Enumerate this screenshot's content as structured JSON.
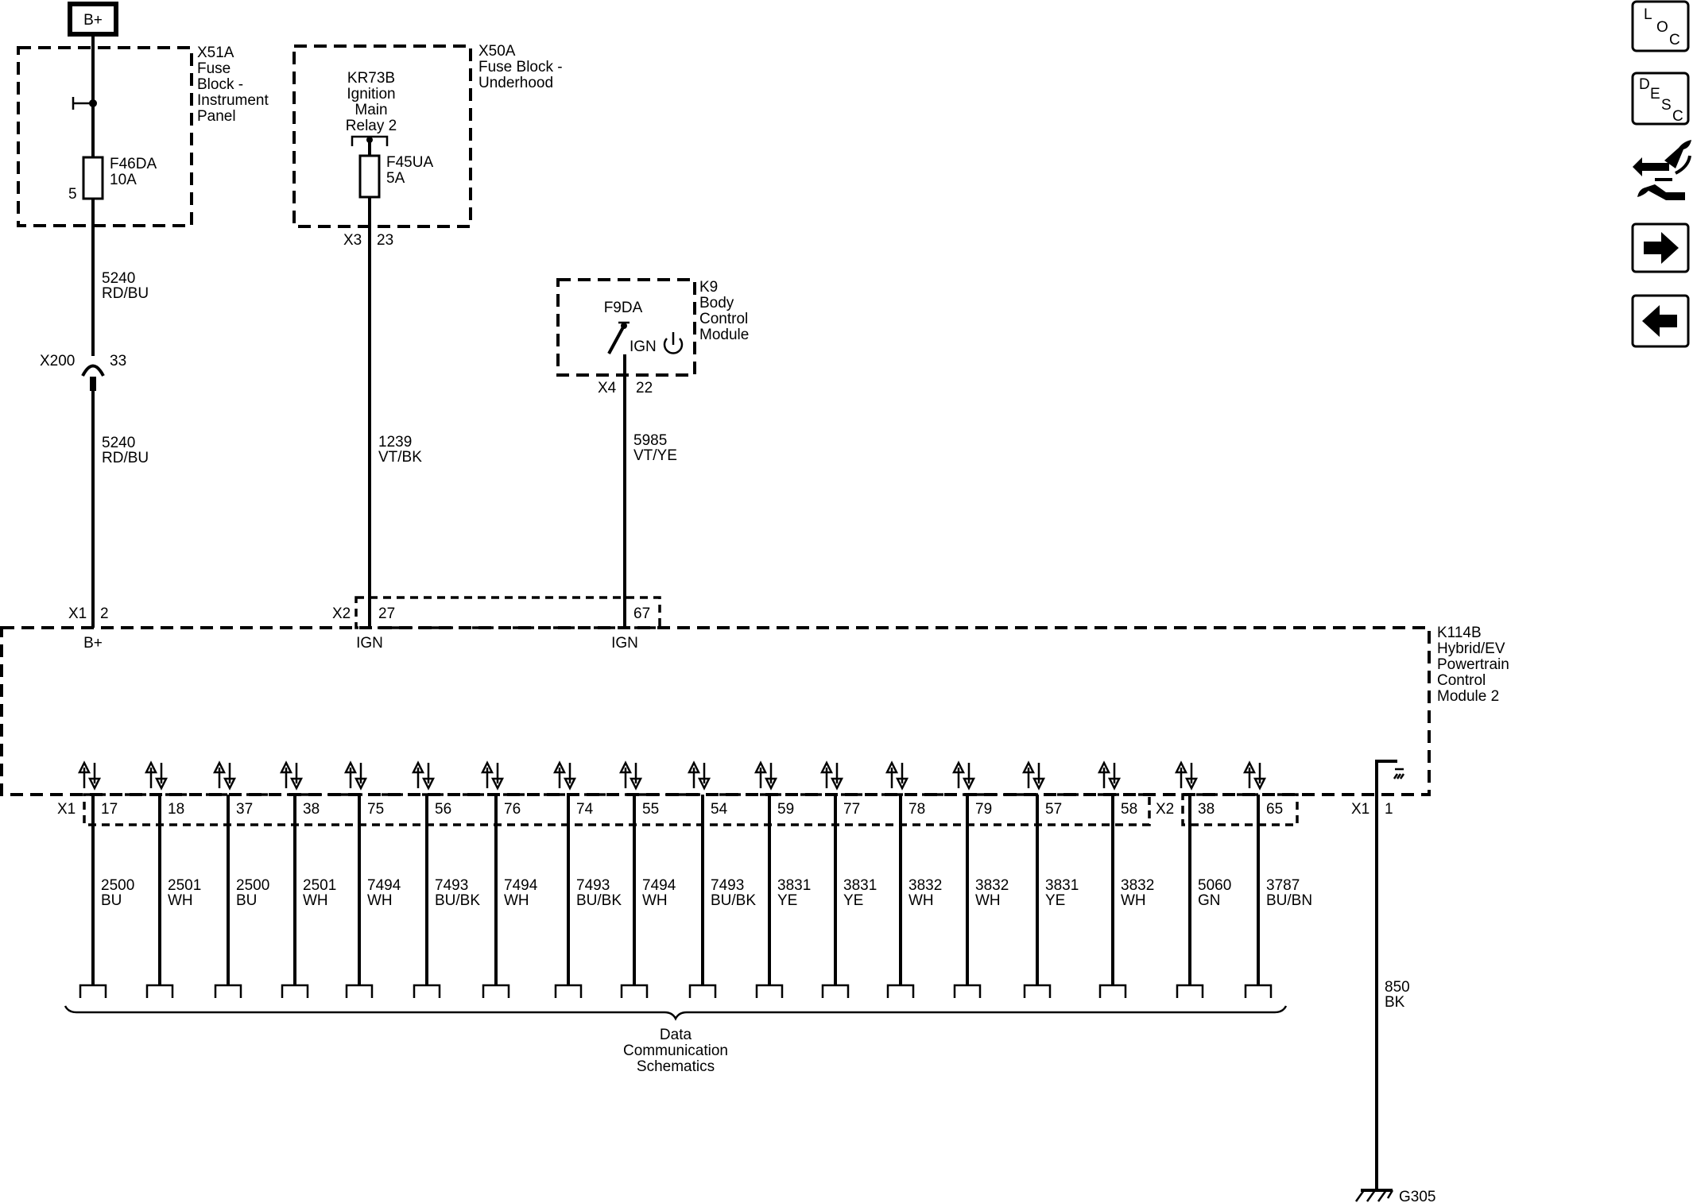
{
  "power_source": {
    "label": "B+"
  },
  "fuse_block_ip": {
    "id": "X51A",
    "lines": [
      "Fuse",
      "Block -",
      "Instrument",
      "Panel"
    ],
    "fuse_id": "F46DA",
    "fuse_rating": "10A",
    "pin": "5"
  },
  "fuse_block_uh": {
    "id": "X50A",
    "lines": [
      "Fuse Block -",
      "Underhood"
    ],
    "relay_lines": [
      "KR73B",
      "Ignition",
      "Main",
      "Relay 2"
    ],
    "fuse_id": "F45UA",
    "fuse_rating": "5A",
    "connector": "X3",
    "pin": "23"
  },
  "bcm": {
    "id": "K9",
    "lines": [
      "Body",
      "Control",
      "Module"
    ],
    "fuse_id": "F9DA",
    "ign_label": "IGN",
    "connector": "X4",
    "pin": "22"
  },
  "wires": {
    "w5240_upper": {
      "circuit": "5240",
      "color": "RD/BU"
    },
    "w5240_lower": {
      "circuit": "5240",
      "color": "RD/BU"
    },
    "w1239": {
      "circuit": "1239",
      "color": "VT/BK"
    },
    "w5985": {
      "circuit": "5985",
      "color": "VT/YE"
    },
    "w850": {
      "circuit": "850",
      "color": "BK"
    }
  },
  "inline_connector": {
    "id": "X200",
    "pin": "33"
  },
  "module": {
    "id": "K114B",
    "lines": [
      "Hybrid/EV",
      "Powertrain",
      "Control",
      "Module 2"
    ],
    "top_pins": [
      {
        "connector": "X1",
        "pin": "2",
        "label": "B+"
      },
      {
        "connector": "X2",
        "pin": "27",
        "label": "IGN"
      },
      {
        "connector": "",
        "pin": "67",
        "label": "IGN"
      }
    ],
    "bottom_connectors": {
      "x1": "X1",
      "x2": "X2",
      "x1_ground": "X1",
      "ground_pin": "1"
    },
    "data_pins": [
      {
        "pin": "17",
        "circuit": "2500",
        "color": "BU"
      },
      {
        "pin": "18",
        "circuit": "2501",
        "color": "WH"
      },
      {
        "pin": "37",
        "circuit": "2500",
        "color": "BU"
      },
      {
        "pin": "38",
        "circuit": "2501",
        "color": "WH"
      },
      {
        "pin": "75",
        "circuit": "7494",
        "color": "WH"
      },
      {
        "pin": "56",
        "circuit": "7493",
        "color": "BU/BK"
      },
      {
        "pin": "76",
        "circuit": "7494",
        "color": "WH"
      },
      {
        "pin": "74",
        "circuit": "7493",
        "color": "BU/BK"
      },
      {
        "pin": "55",
        "circuit": "7494",
        "color": "WH"
      },
      {
        "pin": "54",
        "circuit": "7493",
        "color": "BU/BK"
      },
      {
        "pin": "59",
        "circuit": "3831",
        "color": "YE"
      },
      {
        "pin": "77",
        "circuit": "3831",
        "color": "YE"
      },
      {
        "pin": "78",
        "circuit": "3832",
        "color": "WH"
      },
      {
        "pin": "79",
        "circuit": "3832",
        "color": "WH"
      },
      {
        "pin": "57",
        "circuit": "3831",
        "color": "YE"
      },
      {
        "pin": "58",
        "circuit": "3832",
        "color": "WH"
      },
      {
        "pin": "38",
        "circuit": "5060",
        "color": "GN"
      },
      {
        "pin": "65",
        "circuit": "3787",
        "color": "BU/BN"
      }
    ]
  },
  "data_comm": {
    "lines": [
      "Data",
      "Communication",
      "Schematics"
    ]
  },
  "ground": {
    "id": "G305"
  },
  "nav": {
    "loc": [
      "L",
      "O",
      "C"
    ],
    "desc": [
      "D",
      "E",
      "S",
      "C"
    ],
    "icons": [
      "loc-icon",
      "desc-icon",
      "connector-repair-icon",
      "arrow-right-icon",
      "arrow-left-icon"
    ]
  }
}
